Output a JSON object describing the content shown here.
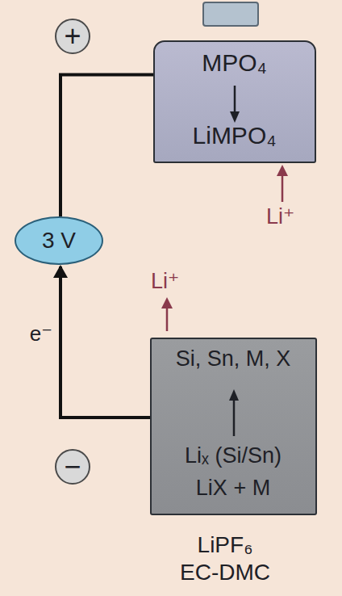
{
  "diagram": {
    "nodes": [
      {
        "text": [
          "LiPF₆ EC-DMC"
        ]
      },
      {
        "text": [
          "MPO₄",
          "LiMPO₄"
        ],
        "in": 0
      },
      {
        "text": [
          "Si, Sn, M, X",
          "Liₓ (Si/Sn) LiX + M"
        ],
        "in": 0
      },
      {
        "text": [
          "+"
        ]
      },
      {
        "text": [
          "3 V"
        ]
      },
      {
        "text": [
          "−"
        ]
      }
    ],
    "edges": [
      {
        "from": 1,
        "to": 4,
        "arrow": "none"
      },
      {
        "from": 2,
        "to": 4,
        "arrow": "to",
        "label": "e⁻"
      }
    ],
    "labels": [
      "Li⁺",
      "Li⁺"
    ]
  }
}
